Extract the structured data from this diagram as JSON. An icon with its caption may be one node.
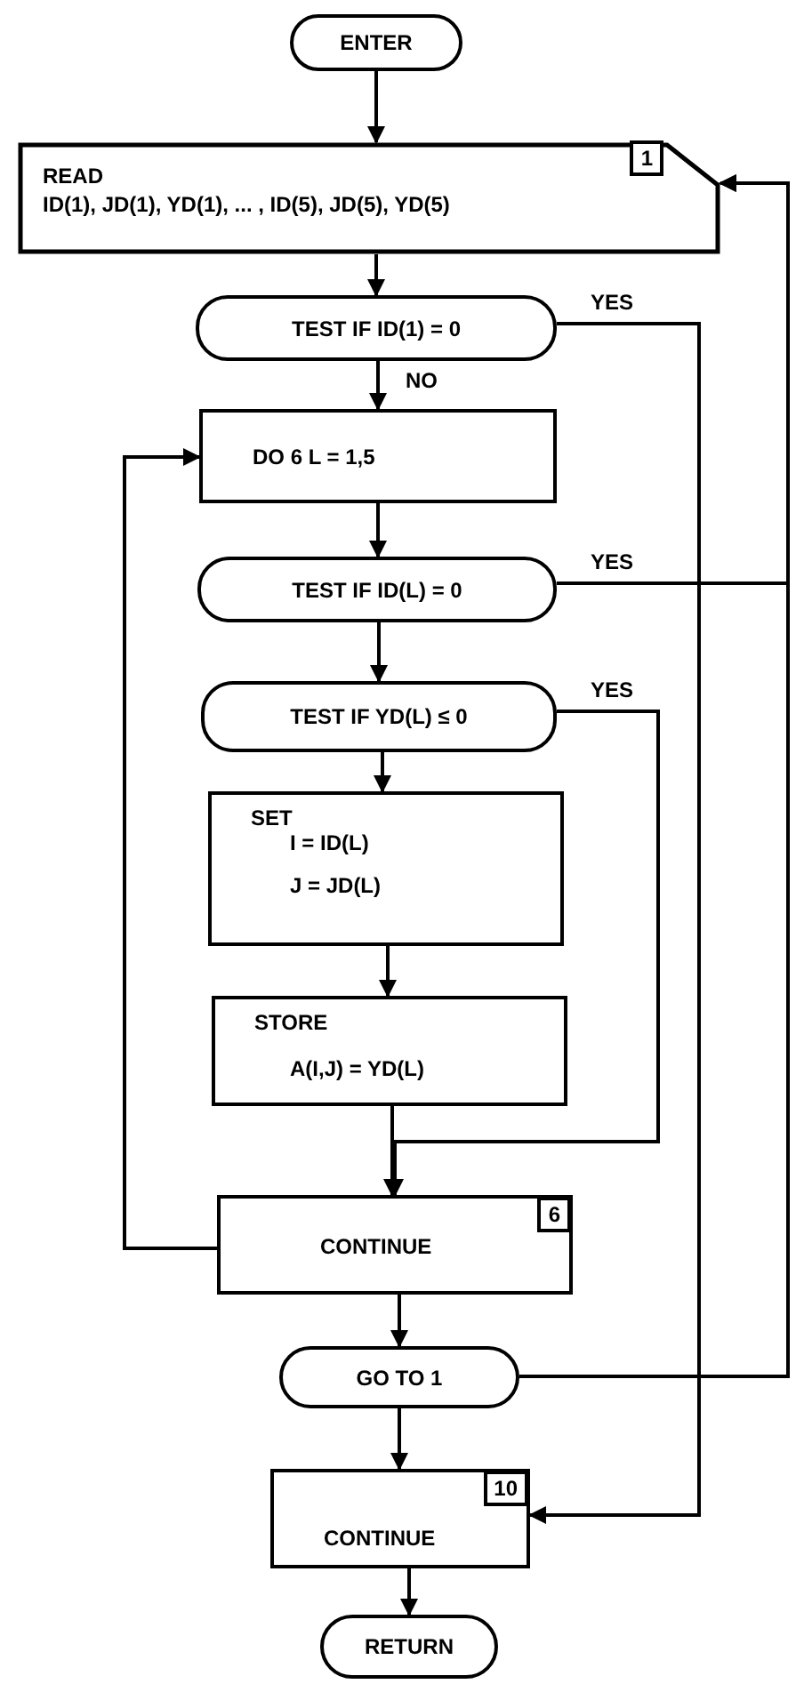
{
  "diagram": {
    "nodes": [
      {
        "text": [
          "ENTER"
        ]
      },
      {
        "text": [
          "READ",
          "ID(1), JD(1), YD(1), ... , ID(5), JD(5), YD(5)",
          "1"
        ]
      },
      {
        "text": [
          "TEST IF ID(1) = 0"
        ]
      },
      {
        "text": [
          "DO 6  L = 1,5"
        ]
      },
      {
        "text": [
          "TEST IF ID(L) = 0"
        ]
      },
      {
        "text": [
          "TEST IF YD(L) ≤ 0"
        ]
      },
      {
        "text": [
          "SET",
          "I = ID(L)",
          "J = JD(L)"
        ]
      },
      {
        "text": [
          "STORE",
          "A(I,J) = YD(L)"
        ]
      },
      {
        "text": [
          "CONTINUE",
          "6"
        ]
      },
      {
        "text": [
          "GO TO 1"
        ]
      },
      {
        "text": [
          "10",
          "CONTINUE"
        ]
      },
      {
        "text": [
          "RETURN"
        ]
      }
    ],
    "edges": [
      {
        "from": 0,
        "to": 1,
        "arrow": "to"
      },
      {
        "from": 1,
        "to": 2,
        "arrow": "to"
      },
      {
        "from": 2,
        "to": 3,
        "arrow": "to",
        "label": "NO"
      },
      {
        "from": 2,
        "to": 10,
        "arrow": "to",
        "label": "YES"
      },
      {
        "from": 3,
        "to": 4,
        "arrow": "to"
      },
      {
        "from": 4,
        "to": 1,
        "arrow": "to",
        "label": "YES"
      },
      {
        "from": 4,
        "to": 5,
        "arrow": "to"
      },
      {
        "from": 5,
        "to": 8,
        "arrow": "to",
        "label": "YES"
      },
      {
        "from": 5,
        "to": 6,
        "arrow": "to"
      },
      {
        "from": 6,
        "to": 7,
        "arrow": "to"
      },
      {
        "from": 7,
        "to": 8,
        "arrow": "to"
      },
      {
        "from": 8,
        "to": 3,
        "arrow": "to"
      },
      {
        "from": 8,
        "to": 9,
        "arrow": "to"
      },
      {
        "from": 9,
        "to": 10,
        "arrow": "to"
      },
      {
        "from": 9,
        "to": 1,
        "arrow": "to"
      },
      {
        "from": 10,
        "to": 11,
        "arrow": "to"
      }
    ]
  }
}
